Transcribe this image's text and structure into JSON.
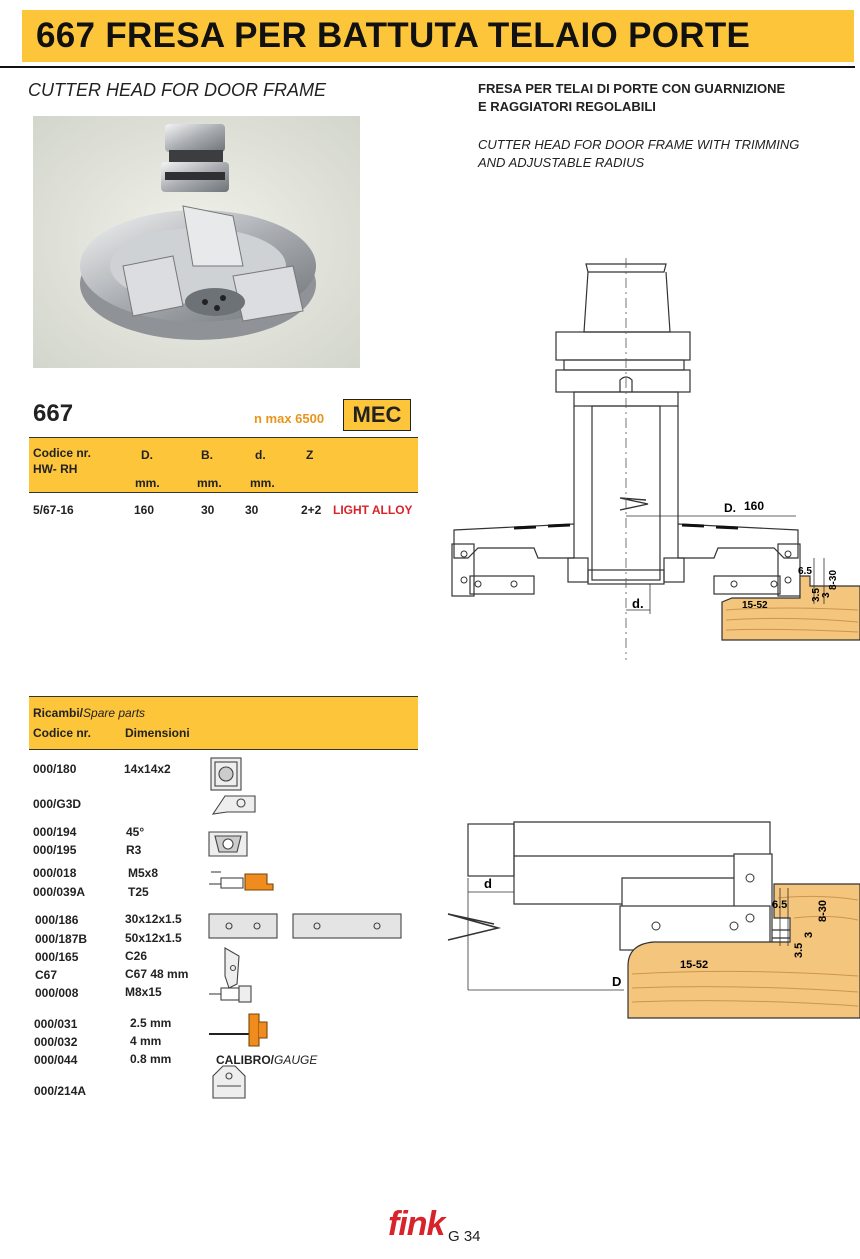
{
  "header": {
    "title": "667 FRESA PER BATTUTA TELAIO PORTE"
  },
  "subtitle_en": "CUTTER HEAD FOR DOOR FRAME",
  "description": {
    "it_line1": "FRESA PER TELAI DI PORTE CON GUARNIZIONE",
    "it_line2": "E RAGGIATORI REGOLABILI",
    "en_line1": "CUTTER HEAD FOR DOOR FRAME WITH TRIMMING",
    "en_line2": "AND ADJUSTABLE RADIUS"
  },
  "spec": {
    "code": "667",
    "nmax": "n max 6500",
    "badge": "MEC",
    "headers": {
      "codice": "Codice nr.",
      "hw": "HW- RH",
      "D": "D.",
      "B": "B.",
      "d": "d.",
      "Z": "Z",
      "mm": "mm."
    },
    "row": {
      "code": "5/67-16",
      "D": "160",
      "B": "30",
      "d": "30",
      "Z": "2+2",
      "material": "LIGHT ALLOY"
    }
  },
  "drawing1": {
    "D": "D.",
    "D_val": "160",
    "d": "d.",
    "h1": "6.5",
    "h2": "8-30",
    "h3": "3.5",
    "h4": "3",
    "w": "15-52"
  },
  "drawing2": {
    "d": "d",
    "D": "D",
    "h1": "6.5",
    "h2": "8-30",
    "h3": "3.5",
    "h4": "3",
    "w": "15-52"
  },
  "spare": {
    "title_it": "Ricambi/",
    "title_en": "Spare parts",
    "col_code": "Codice nr.",
    "col_dim": "Dimensioni",
    "rows": [
      {
        "code": "000/180",
        "dim": "14x14x2"
      },
      {
        "code": "000/G3D",
        "dim": ""
      },
      {
        "code": "000/194",
        "dim": "45°"
      },
      {
        "code": "000/195",
        "dim": "R3"
      },
      {
        "code": "000/018",
        "dim": "M5x8"
      },
      {
        "code": "000/039A",
        "dim": "T25"
      },
      {
        "code": "000/186",
        "dim": "30x12x1.5"
      },
      {
        "code": "000/187B",
        "dim": "50x12x1.5"
      },
      {
        "code": "000/165",
        "dim": "C26"
      },
      {
        "code": "C67",
        "dim": "C67  48 mm"
      },
      {
        "code": "000/008",
        "dim": "M8x15"
      },
      {
        "code": "000/031",
        "dim": "2.5 mm"
      },
      {
        "code": "000/032",
        "dim": "4 mm"
      },
      {
        "code": "000/044",
        "dim": "0.8 mm"
      },
      {
        "code": "000/214A",
        "dim": ""
      }
    ],
    "gauge_it": "CALIBRO/",
    "gauge_en": "GAUGE"
  },
  "footer": {
    "logo": "fink",
    "page": "G 34"
  }
}
